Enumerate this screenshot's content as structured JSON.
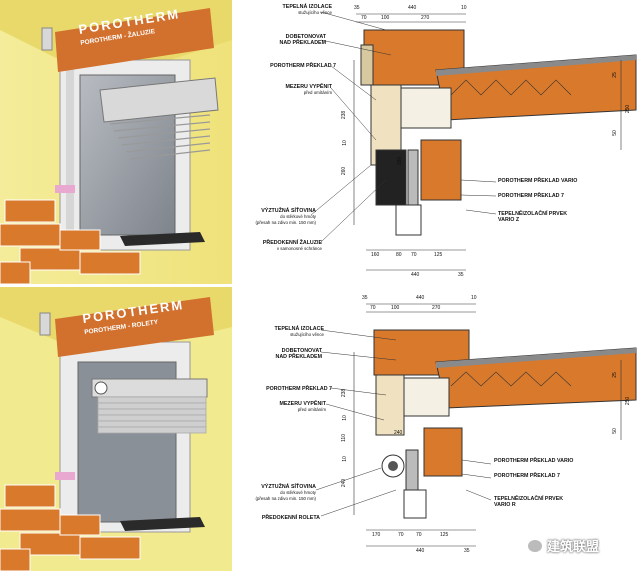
{
  "photo_top": {
    "brand": "POROTHERM",
    "product": "POROTHERM - ŽALUZIE"
  },
  "photo_bottom": {
    "brand": "POROTHERM",
    "product": "POROTHERM - ROLETY"
  },
  "drawing_top": {
    "labels": {
      "tepelna_izolace": "TEPELNÁ IZOLACE",
      "tepelna_izolace_sub": "stužujícího věnce",
      "dobetonovat": "DOBETONOVAT",
      "dobetonovat_sub": "NAD PŘEKLADEM",
      "preklad7": "POROTHERM PŘEKLAD 7",
      "mezeru": "MEZERU VYPĚNIT",
      "mezeru_sub": "před omítáním",
      "vyztuzna": "VÝZTUŽNÁ SÍŤOVINA",
      "vyztuzna_sub1": "do stěrkové hmoty",
      "vyztuzna_sub2": "(přesah na zdivo min. 150 mm)",
      "predokenni": "PŘEDOKENNÍ ŽALUZIE",
      "predokenni_sub": "v samonosné schránce",
      "preklad_vario": "POROTHERM PŘEKLAD VARIO",
      "preklad7_right": "POROTHERM PŘEKLAD 7",
      "prvek": "TEPELNĚIZOLAČNÍ PRVEK",
      "prvek_sub": "VARIO Z"
    },
    "dims_top": [
      "35",
      "440",
      "10",
      "70",
      "100",
      "270"
    ],
    "dims_bottom": [
      "160",
      "80",
      "70",
      "125",
      "440",
      "35"
    ],
    "dims_left": [
      "238",
      "10",
      "260"
    ],
    "dims_mid": [
      "390"
    ],
    "dims_right": [
      "25",
      "250",
      "50"
    ]
  },
  "drawing_bottom": {
    "labels": {
      "tepelna_izolace": "TEPELNÁ IZOLACE",
      "tepelna_izolace_sub": "stužujícího věnce",
      "dobetonovat": "DOBETONOVAT",
      "dobetonovat_sub": "NAD PŘEKLADEM",
      "preklad7": "POROTHERM PŘEKLAD 7",
      "mezeru": "MEZERU VYPĚNIT",
      "mezeru_sub": "před omítáním",
      "vyztuzna": "VÝZTUŽNÁ SÍŤOVINA",
      "vyztuzna_sub1": "do stěrkové hmoty",
      "vyztuzna_sub2": "(přesah na zdivo min. 150 mm)",
      "predokenni": "PŘEDOKENNÍ ROLETA",
      "preklad_vario": "POROTHERM PŘEKLAD VARIO",
      "preklad7_right": "POROTHERM PŘEKLAD 7",
      "prvek": "TEPELNĚIZOLAČNÍ PRVEK",
      "prvek_sub": "VARIO R"
    },
    "dims_top": [
      "35",
      "440",
      "10",
      "70",
      "100",
      "270"
    ],
    "dims_bottom": [
      "170",
      "70",
      "70",
      "125",
      "440",
      "35"
    ],
    "dims_left": [
      "238",
      "10",
      "110",
      "10",
      "240"
    ],
    "dims_mid": [
      "240"
    ],
    "dims_right": [
      "25",
      "250",
      "50"
    ]
  },
  "watermark": "建筑联盟",
  "colors": {
    "brick": "#d9792c",
    "wall": "#f2ea8e",
    "brand_plate": "#d2702e"
  }
}
